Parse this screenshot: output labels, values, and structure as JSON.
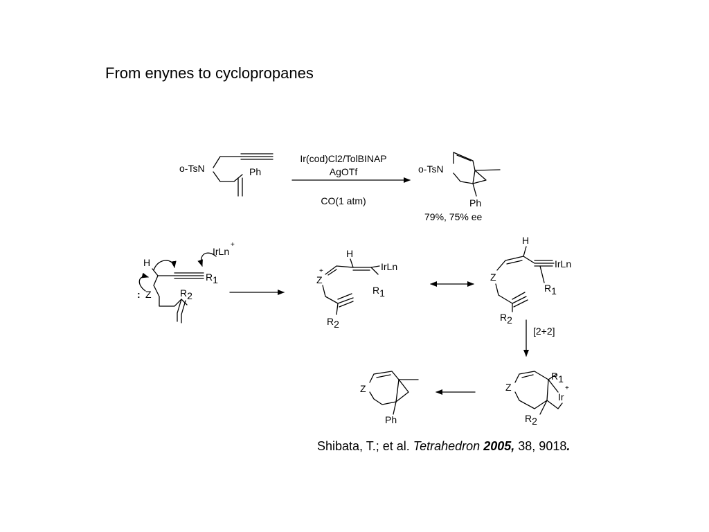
{
  "title": "From enynes to cyclopropanes",
  "reaction": {
    "reagent1": "Ir(cod)Cl2/TolBINAP",
    "reagent2": "AgOTf",
    "condition": "CO(1 atm)",
    "yield": "79%, 75% ee",
    "sm_group": "o-TsN",
    "sm_ph": "Ph",
    "prod_group": "o-TsN",
    "prod_ph": "Ph"
  },
  "mechanism": {
    "irln": "IrLn",
    "plus": "+",
    "H": "H",
    "R": "R",
    "one": "1",
    "two": "2",
    "Z": "Z",
    "lonepair": ":",
    "ir": "Ir",
    "ph": "Ph",
    "step": "[2+2]"
  },
  "citation": {
    "authors": "Shibata, T.; et al.",
    "journal": "Tetrahedron",
    "year": "2005,",
    "volume": "38, 9018",
    "end": "."
  }
}
